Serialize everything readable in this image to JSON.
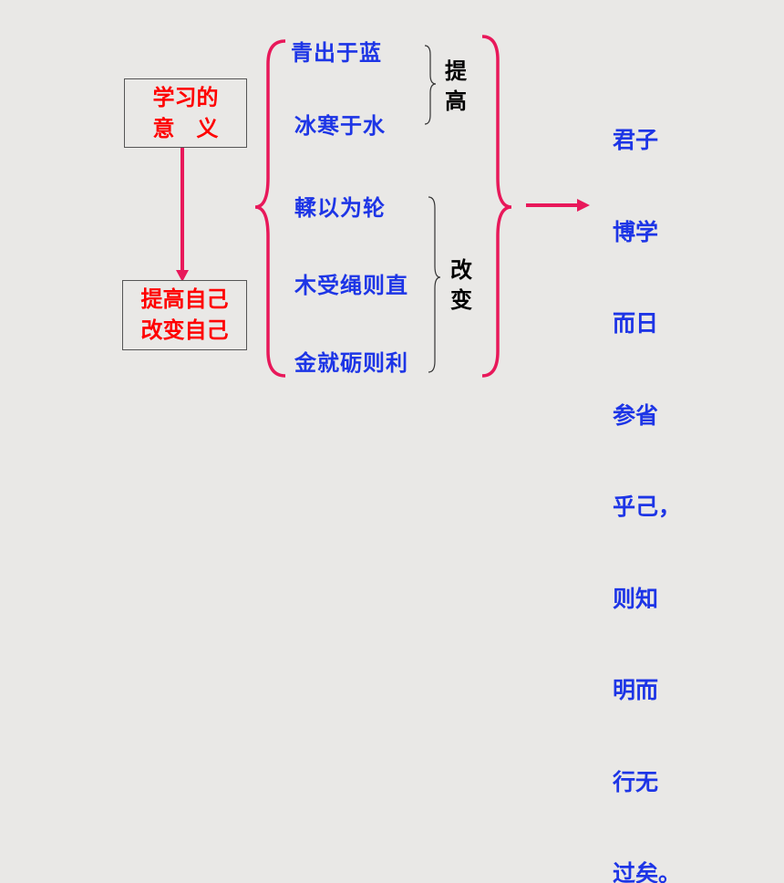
{
  "colors": {
    "background": "#e9e8e6",
    "red_text": "#ff0000",
    "blue_text": "#1d35e6",
    "connector": "#e8185a",
    "brace": "#e8185a",
    "small_brace": "#333333"
  },
  "left": {
    "top_box": {
      "lines": [
        "学习的",
        "意　义"
      ]
    },
    "bottom_box": {
      "lines": [
        "提高自己",
        "改变自己"
      ]
    }
  },
  "middle": {
    "phrases": [
      "青出于蓝",
      "冰寒于水",
      "輮以为轮",
      "木受绳则直",
      "金就砺则利"
    ],
    "group_tags": [
      {
        "chars": [
          "提",
          "高"
        ]
      },
      {
        "chars": [
          "改",
          "变"
        ]
      }
    ]
  },
  "conclusion": {
    "lines": [
      "君子",
      "博学",
      "而日",
      "参省",
      "乎己，",
      "则知",
      "明而",
      "行无",
      "过矣。"
    ]
  }
}
